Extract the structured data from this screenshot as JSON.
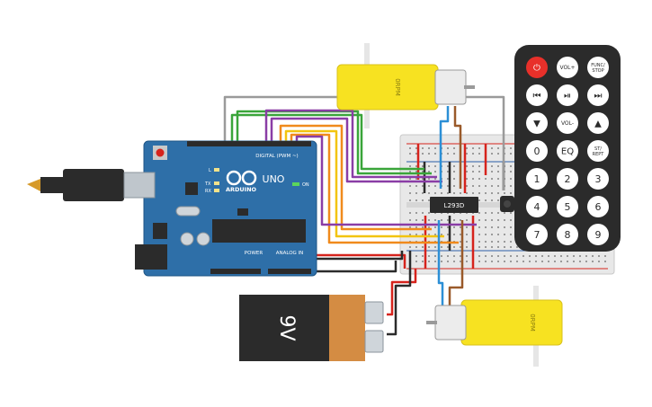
{
  "arduino": {
    "logo": "ARDUINO",
    "model": "UNO",
    "digital_header": "DIGITAL (PWM ~)",
    "power_header": "POWER",
    "analog_header": "ANALOG IN",
    "on_label": "ON",
    "led_l": "L",
    "led_tx": "TX",
    "led_rx": "RX"
  },
  "motor_top": {
    "label": "0RPM"
  },
  "motor_bottom": {
    "label": "0RPM"
  },
  "battery": {
    "label": "9V"
  },
  "driver_chip": {
    "label": "L293D"
  },
  "remote": {
    "buttons": [
      {
        "id": "power",
        "label": "⏻"
      },
      {
        "id": "vol-up",
        "label": "VOL+"
      },
      {
        "id": "func-stop",
        "label": "FUNC/\nSTOP"
      },
      {
        "id": "prev",
        "label": "⏮"
      },
      {
        "id": "play-pause",
        "label": "⏯"
      },
      {
        "id": "next",
        "label": "⏭"
      },
      {
        "id": "down",
        "label": "▼"
      },
      {
        "id": "vol-down",
        "label": "VOL-"
      },
      {
        "id": "up",
        "label": "▲"
      },
      {
        "id": "zero",
        "label": "0"
      },
      {
        "id": "eq",
        "label": "EQ"
      },
      {
        "id": "st-rept",
        "label": "ST/\nREPT"
      },
      {
        "id": "one",
        "label": "1"
      },
      {
        "id": "two",
        "label": "2"
      },
      {
        "id": "three",
        "label": "3"
      },
      {
        "id": "four",
        "label": "4"
      },
      {
        "id": "five",
        "label": "5"
      },
      {
        "id": "six",
        "label": "6"
      },
      {
        "id": "seven",
        "label": "7"
      },
      {
        "id": "eight",
        "label": "8"
      },
      {
        "id": "nine",
        "label": "9"
      }
    ]
  },
  "colors": {
    "board": "#2e6fa8",
    "motor": "#f7e221",
    "battery_body": "#2b2b2b",
    "battery_cap": "#d48c43",
    "remote_body": "#2b2b2b",
    "power_button": "#e8302a",
    "wire_red": "#d6231c",
    "wire_black": "#2b2b2b",
    "wire_green": "#3aa53a",
    "wire_purple": "#8a3da6",
    "wire_orange": "#f08a1c",
    "wire_yellow": "#f2c40f",
    "wire_gray": "#9a9a9a",
    "wire_blue": "#2c8fd6",
    "wire_brown": "#9a5a2a"
  }
}
